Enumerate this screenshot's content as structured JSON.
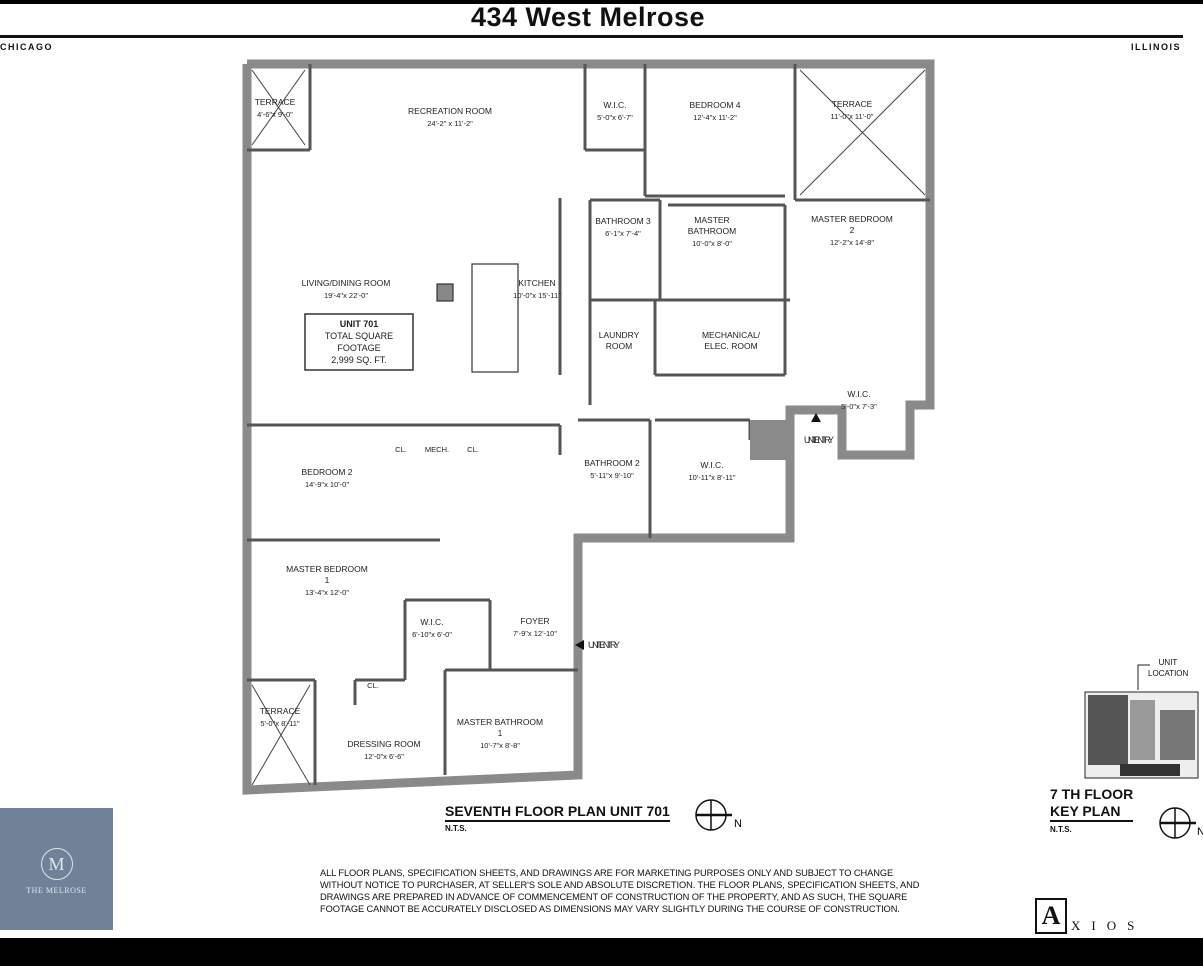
{
  "header": {
    "title": "434 West Melrose",
    "city": "CHICAGO",
    "state": "ILLINOIS"
  },
  "unit_box": {
    "line1": "UNIT 701",
    "line2": "TOTAL SQUARE",
    "line3": "FOOTAGE",
    "line4": "2,999 SQ. FT."
  },
  "rooms": [
    {
      "name": "TERRACE",
      "dims": "4'-6\"x 9'-0\""
    },
    {
      "name": "RECREATION ROOM",
      "dims": "24'-2\" x 11'-2\""
    },
    {
      "name": "W.I.C.",
      "dims": "5'-0\"x 6'-7\""
    },
    {
      "name": "BEDROOM 4",
      "dims": "12'-4\"x 11'-2\""
    },
    {
      "name": "TERRACE",
      "dims": "11'-0\"x 11'-0\""
    },
    {
      "name": "BATHROOM 3",
      "dims": "6'-1\"x 7'-4\""
    },
    {
      "name": "MASTER BATHROOM",
      "dims": "10'-0\"x 8'-0\""
    },
    {
      "name": "MASTER BEDROOM 2",
      "dims": "12'-2\"x 14'-8\""
    },
    {
      "name": "LIVING/DINING ROOM",
      "dims": "19'-4\"x 22'-0\""
    },
    {
      "name": "KITCHEN",
      "dims": "10'-0\"x 15'-11\""
    },
    {
      "name": "LAUNDRY ROOM",
      "dims": ""
    },
    {
      "name": "MECHANICAL/ ELEC. ROOM",
      "dims": ""
    },
    {
      "name": "W.I.C.",
      "dims": "5'-0\"x 7'-3\""
    },
    {
      "name": "BEDROOM 2",
      "dims": "14'-9\"x 10'-0\""
    },
    {
      "name": "BATHROOM 2",
      "dims": "5'-11\"x 9'-10\""
    },
    {
      "name": "W.I.C.",
      "dims": "10'-11\"x 8'-11\""
    },
    {
      "name": "MASTER BEDROOM 1",
      "dims": "13'-4\"x 12'-0\""
    },
    {
      "name": "W.I.C.",
      "dims": "6'-10\"x 6'-0\""
    },
    {
      "name": "FOYER",
      "dims": "7'-9\"x 12'-10\""
    },
    {
      "name": "TERRACE",
      "dims": "5'-0\"x 8'-11\""
    },
    {
      "name": "DRESSING ROOM",
      "dims": "12'-0\"x 6'-6\""
    },
    {
      "name": "MASTER BATHROOM 1",
      "dims": "10'-7\"x 8'-8\""
    }
  ],
  "closets": [
    "CL.",
    "MECH.",
    "CL.",
    "CL."
  ],
  "entries": [
    "UNIT ENTRY",
    "UNIT ENTRY"
  ],
  "plan_title": "SEVENTH FLOOR PLAN UNIT 701",
  "plan_scale": "N.T.S.",
  "north_label": "N",
  "key_plan": {
    "title_line1": "7 TH FLOOR",
    "title_line2": "KEY PLAN",
    "scale": "N.T.S.",
    "unit_location": "UNIT LOCATION",
    "north_label": "N"
  },
  "disclaimer": "All floor plans, specification sheets, and drawings are for marketing purposes only and subject to change without notice to purchaser, at seller's sole and absolute discretion.  The floor plans, specification sheets, and drawings are prepared in advance of commencement of construction of the property, and as such, the square footage cannot be accurately disclosed as dimensions may vary slightly during the course of construction.",
  "logos": {
    "melrose_initial": "M",
    "melrose_name": "THE MELROSE",
    "axios_initial": "A",
    "axios_rest": "XIOS"
  },
  "colors": {
    "wall": "#8a8a8a",
    "logo_bg": "#6f8298"
  }
}
